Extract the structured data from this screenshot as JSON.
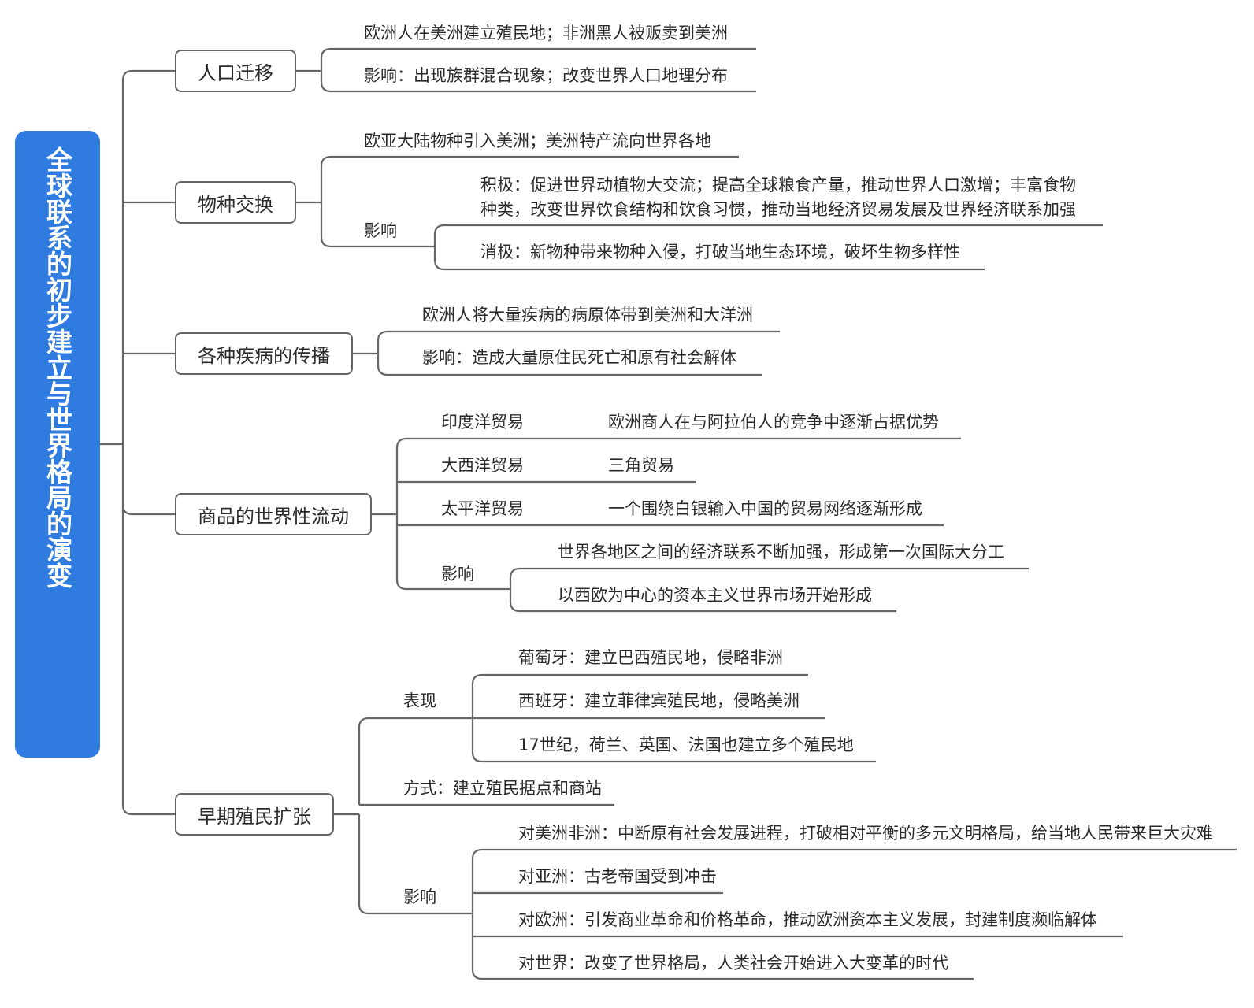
{
  "root_title": "全球联系的初步建立与世界格局的演变",
  "colors": {
    "root_bg": "#2f7be0",
    "line": "#666666"
  },
  "topics": {
    "migration": "人口迁移",
    "species": "物种交换",
    "disease": "各种疾病的传播",
    "trade": "商品的世界性流动",
    "colonial": "早期殖民扩张"
  },
  "migration": {
    "item1": "欧洲人在美洲建立殖民地；非洲黑人被贩卖到美洲",
    "item2": "影响：出现族群混合现象；改变世界人口地理分布"
  },
  "species": {
    "item1": "欧亚大陆物种引入美洲；美洲特产流向世界各地",
    "impact_label": "影响",
    "positive_line1": "积极：促进世界动植物大交流；提高全球粮食产量，推动世界人口激增；丰富食物",
    "positive_line2": "种类，改变世界饮食结构和饮食习惯，推动当地经济贸易发展及世界经济联系加强",
    "negative": "消极：新物种带来物种入侵，打破当地生态环境，破坏生物多样性"
  },
  "disease": {
    "item1": "欧洲人将大量疾病的病原体带到美洲和大洋洲",
    "item2": "影响：造成大量原住民死亡和原有社会解体"
  },
  "trade": {
    "indian_label": "印度洋贸易",
    "indian_desc": "欧洲商人在与阿拉伯人的竞争中逐渐占据优势",
    "atlantic_label": "大西洋贸易",
    "atlantic_desc": "三角贸易",
    "pacific_label": "太平洋贸易",
    "pacific_desc": "一个围绕白银输入中国的贸易网络逐渐形成",
    "impact_label": "影响",
    "impact1": "世界各地区之间的经济联系不断加强，形成第一次国际大分工",
    "impact2": "以西欧为中心的资本主义世界市场开始形成"
  },
  "colonial": {
    "manifest_label": "表现",
    "portugal": "葡萄牙：建立巴西殖民地，侵略非洲",
    "spain": "西班牙：建立菲律宾殖民地，侵略美洲",
    "others": "17世纪，荷兰、英国、法国也建立多个殖民地",
    "method": "方式：建立殖民据点和商站",
    "impact_label": "影响",
    "americas_africa": "对美洲非洲：中断原有社会发展进程，打破相对平衡的多元文明格局，给当地人民带来巨大灾难",
    "asia": "对亚洲：古老帝国受到冲击",
    "europe": "对欧洲：引发商业革命和价格革命，推动欧洲资本主义发展，封建制度濒临解体",
    "world": "对世界：改变了世界格局，人类社会开始进入大变革的时代"
  }
}
